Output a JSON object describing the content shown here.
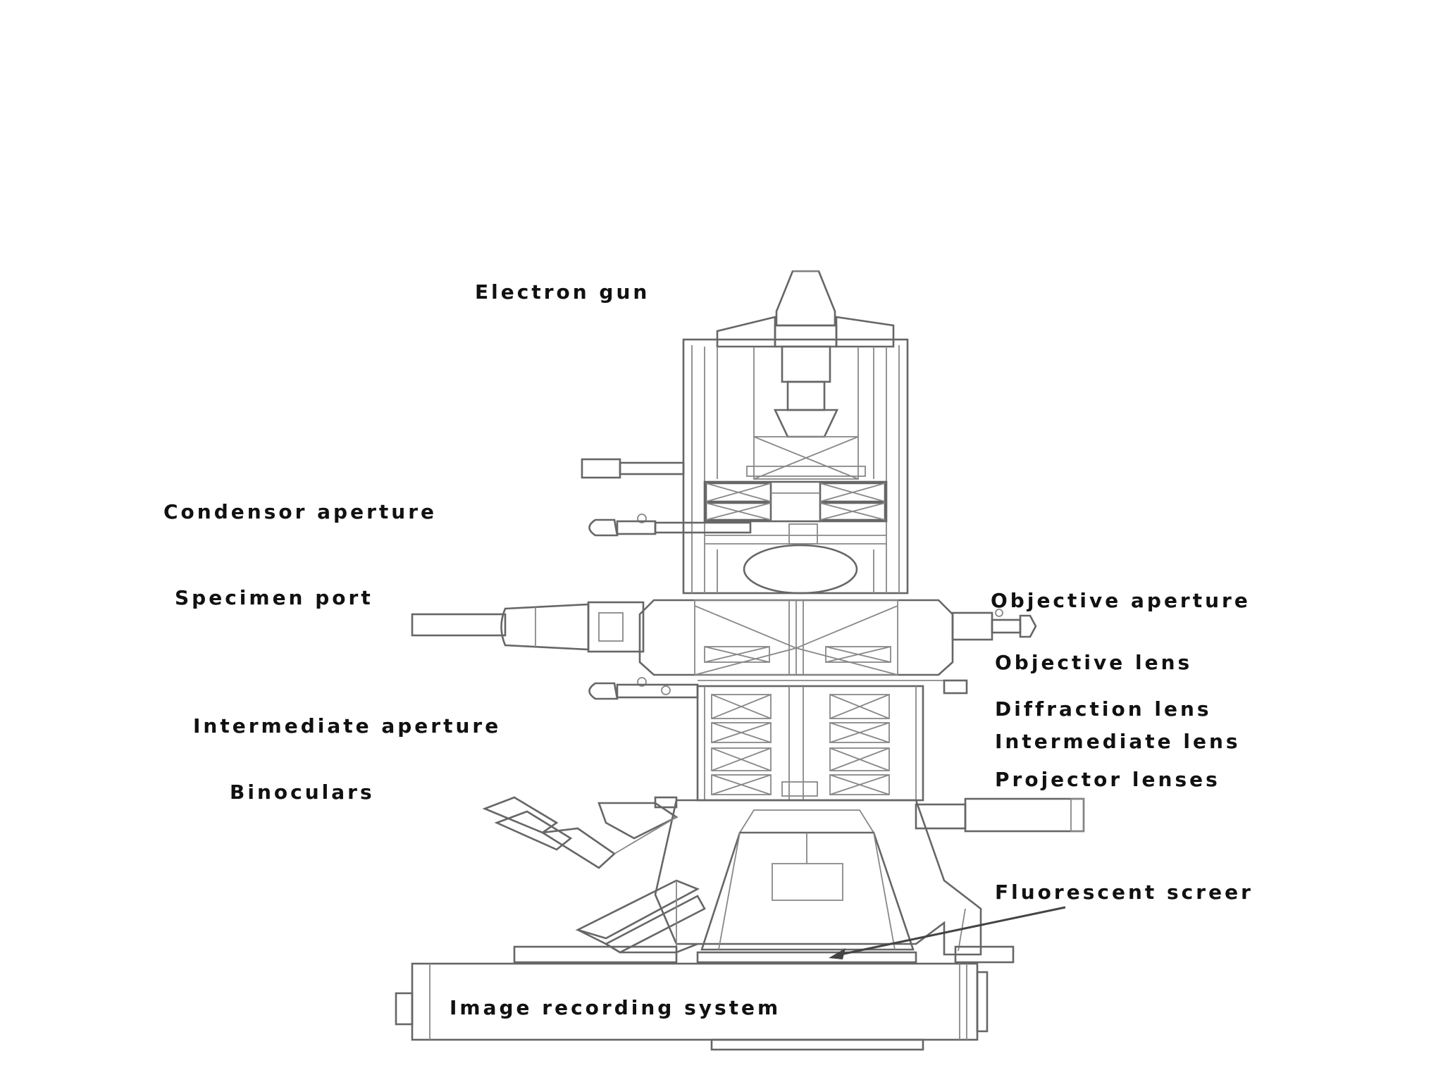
{
  "diagram": {
    "labels": {
      "electron_gun": "Electron gun",
      "condensor_aperture": "Condensor aperture",
      "specimen_port": "Specimen port",
      "objective_aperture": "Objective aperture",
      "objective_lens": "Objective lens",
      "diffraction_lens": "Diffraction lens",
      "intermediate_aperture": "Intermediate aperture",
      "intermediate_lens": "Intermediate lens",
      "binoculars": "Binoculars",
      "projector_lenses": "Projector lenses",
      "fluorescent_screen": "Fluorescent screer",
      "image_recording_system": "Image recording system"
    },
    "colors": {
      "line": "#666666",
      "text": "#111111",
      "background": "#ffffff"
    }
  }
}
